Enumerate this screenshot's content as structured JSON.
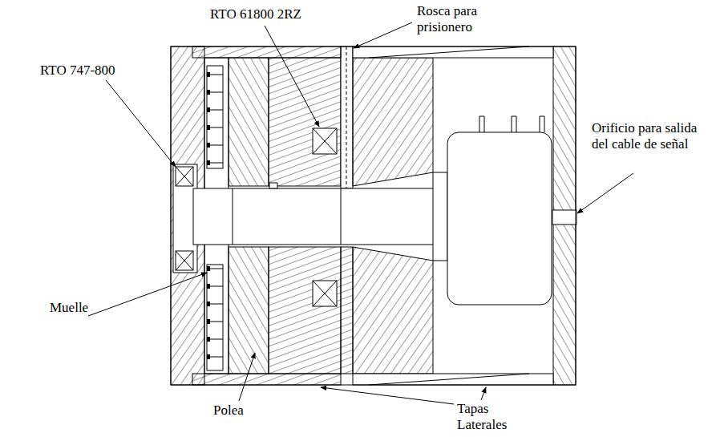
{
  "diagram": {
    "labels": [
      "RTO 61800 2RZ",
      "Rosca para prisionero",
      "RTO 747-800",
      "Orificio para salida del cable de señal",
      "Muelle",
      "Polea",
      "Tapas Laterales"
    ]
  }
}
